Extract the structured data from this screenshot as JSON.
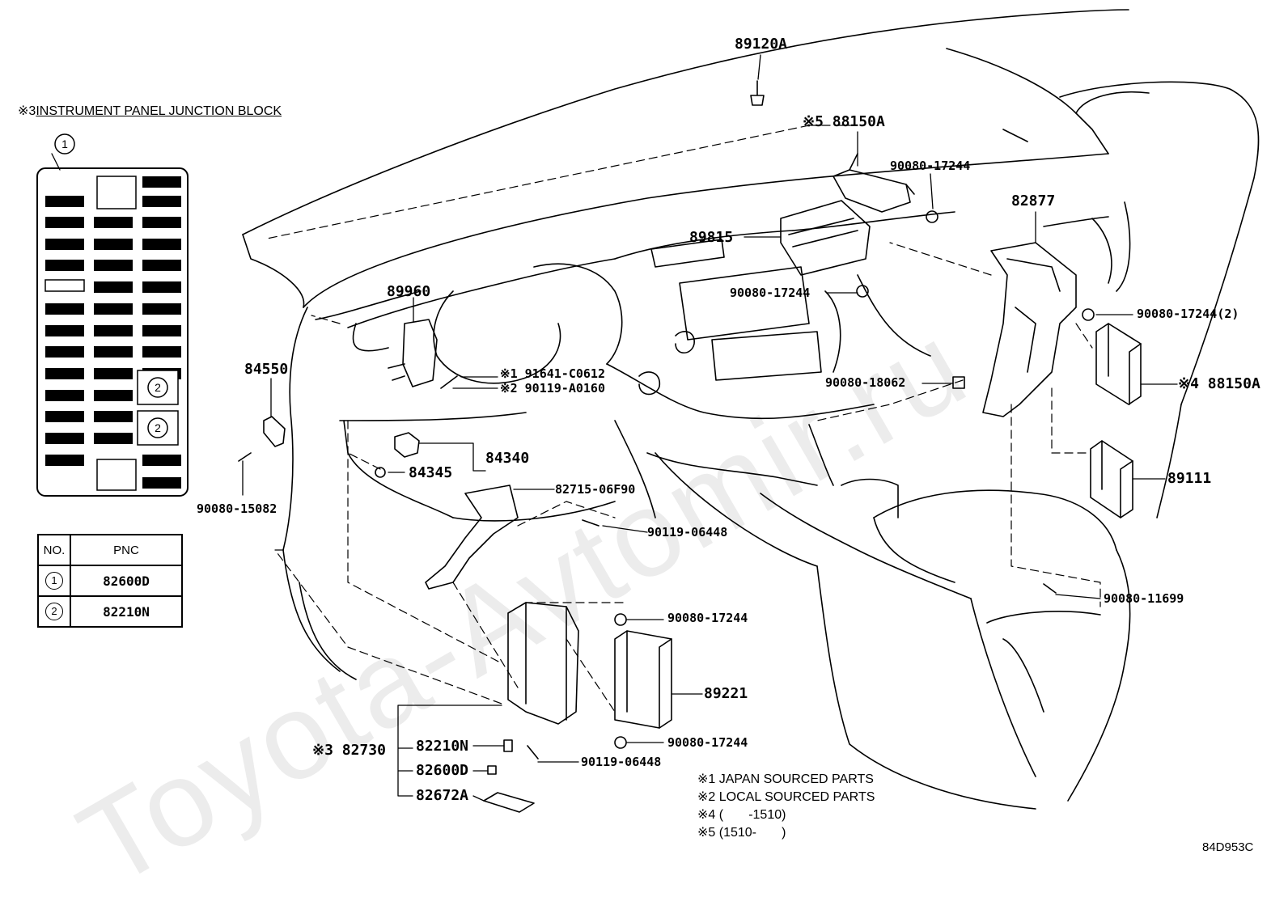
{
  "junction_block": {
    "marker": "※3",
    "title": "INSTRUMENT PANEL JUNCTION BLOCK",
    "callout_1": "1",
    "callout_2a": "2",
    "callout_2b": "2"
  },
  "pnc_table": {
    "col_no": "NO.",
    "col_pnc": "PNC",
    "rows": [
      {
        "no": "1",
        "pnc": "82600D"
      },
      {
        "no": "2",
        "pnc": "82210N"
      }
    ]
  },
  "labels": {
    "p89120A": "89120A",
    "p88150A_top": "※5 88150A",
    "p90080_17244_a": "90080-17244",
    "p82877": "82877",
    "p89815": "89815",
    "p90080_17244_b": "90080-17244",
    "p90080_17244_2": "90080-17244(2)",
    "p89960": "89960",
    "p84550": "84550",
    "p91641": "※1 91641-C0612",
    "p90119_a0160": "※2 90119-A0160",
    "p90080_18062": "90080-18062",
    "p88150A_right": "※4 88150A",
    "p89111": "89111",
    "p84340": "84340",
    "p84345": "84345",
    "p82715": "82715-06F90",
    "p90080_15082": "90080-15082",
    "p90119_06448_a": "90119-06448",
    "p90080_11699": "90080-11699",
    "p90080_17244_c": "90080-17244",
    "p89221": "89221",
    "p90080_17244_d": "90080-17244",
    "p82730": "※3 82730",
    "p82210N": "82210N",
    "p82600D": "82600D",
    "p82672A": "82672A",
    "p90119_06448_b": "90119-06448"
  },
  "notes": [
    "※1 JAPAN SOURCED PARTS",
    "※2 LOCAL SOURCED PARTS",
    "※4 (       -1510)",
    "※5 (1510-       )"
  ],
  "drawing_id": "84D953C",
  "watermark": "Toyota-Avtomir.ru"
}
